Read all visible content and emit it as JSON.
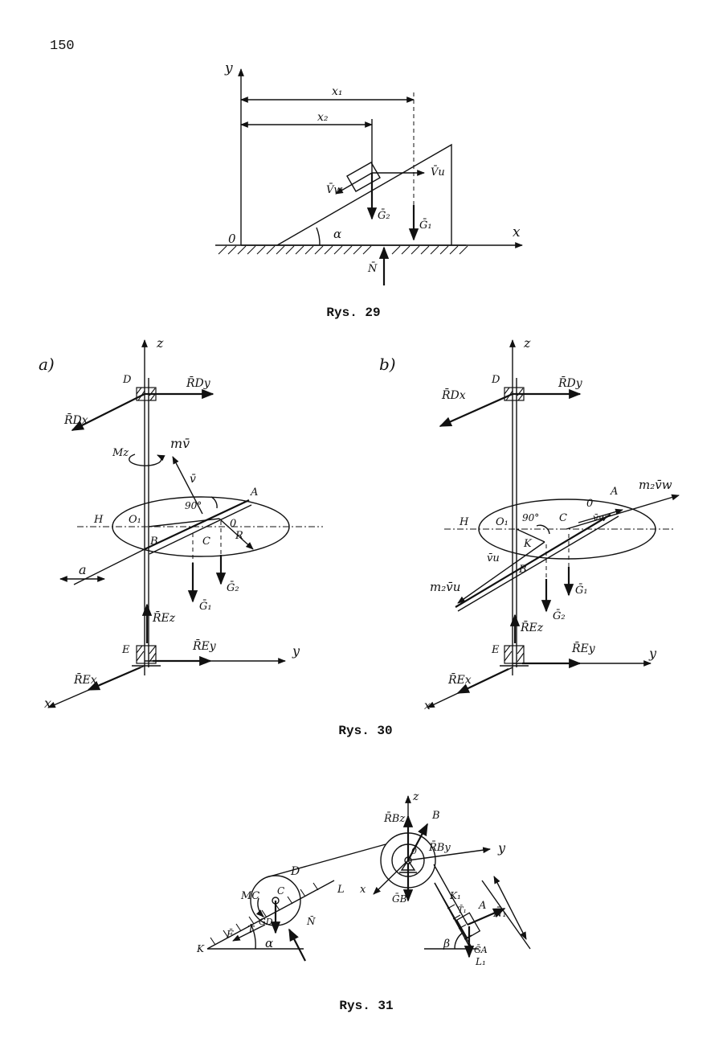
{
  "page_number": "150",
  "fig29": {
    "caption": "Rys. 29",
    "labels": {
      "y": "y",
      "x": "x",
      "o": "0",
      "x1": "x₁",
      "x2": "x₂",
      "vu": "V̄u",
      "vw": "V̄w",
      "g2": "Ḡ₂",
      "g1": "Ḡ₁",
      "n": "N̄",
      "alpha": "α"
    }
  },
  "fig30": {
    "caption": "Rys. 30",
    "a": {
      "tag": "a)",
      "labels": {
        "z": "z",
        "d": "D",
        "rdy": "R̄Dy",
        "rdx": "R̄Dx",
        "mz": "Mz",
        "mv": "mv̄",
        "v": "v̄",
        "deg": "90°",
        "a_pt": "A",
        "h": "H",
        "o1": "O₁",
        "o": "0",
        "b": "B",
        "c": "C",
        "r": "R",
        "a_dim": "a",
        "g2": "Ḡ₂",
        "g1": "Ḡ₁",
        "rez": "R̄Ez",
        "e": "E",
        "rey": "R̄Ey",
        "y": "y",
        "rex": "R̄Ex",
        "x": "x"
      }
    },
    "b": {
      "tag": "b)",
      "labels": {
        "z": "z",
        "d": "D",
        "rdy": "R̄Dy",
        "rdx": "R̄Dx",
        "a_pt": "A",
        "m2vw": "m₂v̄w",
        "o": "0",
        "deg": "90°",
        "c": "C",
        "vw": "v̄w",
        "h": "H",
        "o1": "O₁",
        "k": "K",
        "vu": "v̄u",
        "b": "B",
        "m2vu": "m₂v̄u",
        "g1": "Ḡ₁",
        "g2": "Ḡ₂",
        "rez": "R̄Ez",
        "e": "E",
        "rey": "R̄Ey",
        "y": "y",
        "rex": "R̄Ex",
        "x": "x"
      }
    }
  },
  "fig31": {
    "caption": "Rys. 31",
    "labels": {
      "z": "z",
      "y": "y",
      "b": "B",
      "rbz": "R̄Bz",
      "rby": "R̄By",
      "o": "0",
      "gb": "ḠB",
      "x": "x",
      "d": "D",
      "mc": "MC",
      "c": "C",
      "gd": "ḠD",
      "l": "L",
      "f": "F̄",
      "t": "T̄",
      "n": "N̄",
      "k": "K",
      "alpha": "α",
      "k1": "K₁",
      "a_pt": "A",
      "n1": "N̄₁",
      "ga": "ḠA",
      "beta": "β",
      "l1": "L₁",
      "t1": "T̄₁"
    }
  }
}
